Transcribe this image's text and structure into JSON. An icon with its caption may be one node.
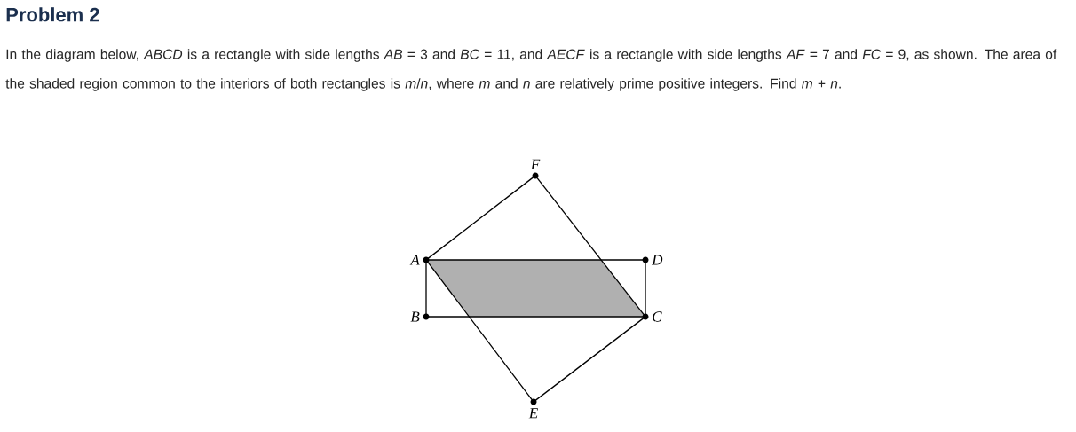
{
  "diagram": {
    "title": "Problem 2",
    "nodes": [
      {
        "text": [],
        "shape": "circle",
        "beside": [
          "A"
        ]
      },
      {
        "text": [],
        "shape": "circle",
        "beside": [
          "B"
        ]
      },
      {
        "text": [],
        "shape": "circle",
        "beside": [
          "C"
        ]
      },
      {
        "text": [],
        "shape": "circle",
        "beside": [
          "D"
        ]
      },
      {
        "text": [],
        "shape": "circle",
        "beside": [
          "E"
        ]
      },
      {
        "text": [],
        "shape": "circle",
        "beside": [
          "F"
        ]
      },
      {
        "text": [],
        "shape": "parallelogram"
      }
    ],
    "edges": [
      {
        "from": 0,
        "to": 1,
        "arrow": "none"
      },
      {
        "from": 1,
        "to": 2,
        "arrow": "none"
      },
      {
        "from": 2,
        "to": 3,
        "arrow": "none"
      },
      {
        "from": 3,
        "to": 0,
        "arrow": "none"
      },
      {
        "from": 0,
        "to": 4,
        "arrow": "none"
      },
      {
        "from": 4,
        "to": 2,
        "arrow": "none"
      },
      {
        "from": 2,
        "to": 5,
        "arrow": "none"
      },
      {
        "from": 5,
        "to": 0,
        "arrow": "none"
      }
    ],
    "labels": [
      "In the diagram below, *ABCD* is a rectangle with side lengths *AB* = 3 and *BC* = 11, and *AECF* is a rectangle with side lengths *AF* = 7 and *FC* = 9, as shown. The area of the shaded region common to the interiors of both rectangles is *m*/*n*, where *m* and *n* are relatively prime positive integers. Find *m* + *n*."
    ]
  }
}
